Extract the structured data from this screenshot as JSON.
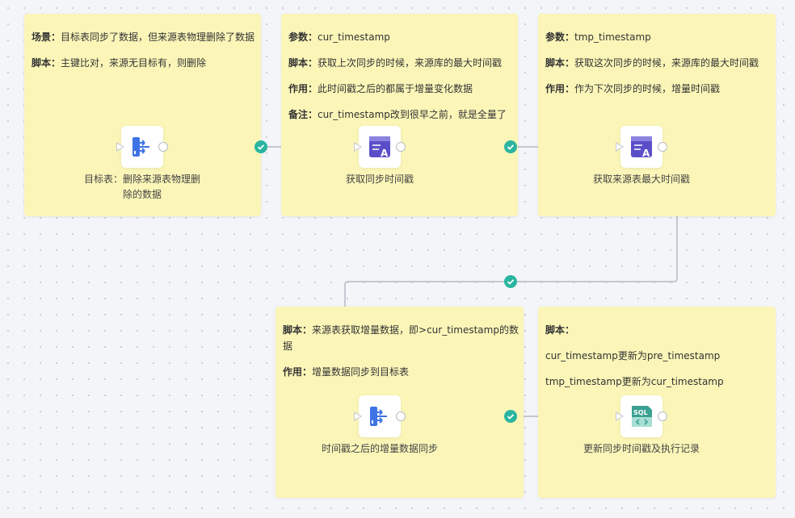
{
  "cards": [
    {
      "lines": [
        {
          "k": "场景",
          "v": "目标表同步了数据，但来源表物理删除了数据"
        },
        {
          "k": "脚本",
          "v": "主键比对，来源无目标有，则删除"
        }
      ],
      "node": {
        "label": "目标表：删除来源表物理删除的数据",
        "icon": "data-sync-icon"
      }
    },
    {
      "lines": [
        {
          "k": "参数",
          "v": "cur_timestamp"
        },
        {
          "k": "脚本",
          "v": "获取上次同步的时候，来源库的最大时间戳"
        },
        {
          "k": "作用",
          "v": "此时间戳之后的都属于增量变化数据"
        },
        {
          "k": "备注",
          "v": "cur_timestamp改到很早之前，就是全量了"
        }
      ],
      "node": {
        "label": "获取同步时间戳",
        "icon": "variable-assign-icon"
      }
    },
    {
      "lines": [
        {
          "k": "参数",
          "v": "tmp_timestamp"
        },
        {
          "k": "脚本",
          "v": "获取这次同步的时候，来源库的最大时间戳"
        },
        {
          "k": "作用",
          "v": "作为下次同步的时候，增量时间戳"
        }
      ],
      "node": {
        "label": "获取来源表最大时间戳",
        "icon": "variable-assign-icon"
      }
    },
    {
      "lines": [
        {
          "k": "脚本",
          "v": "来源表获取增量数据，即>cur_timestamp的数据"
        },
        {
          "k": "作用",
          "v": "增量数据同步到目标表"
        }
      ],
      "node": {
        "label": "时间戳之后的增量数据同步",
        "icon": "data-sync-icon"
      }
    },
    {
      "lines": [
        {
          "k": "脚本",
          "v": ""
        },
        {
          "k": "",
          "v": "cur_timestamp更新为pre_timestamp"
        },
        {
          "k": "",
          "v": "tmp_timestamp更新为cur_timestamp"
        }
      ],
      "node": {
        "label": "更新同步时间戳及执行记录",
        "icon": "sql-icon",
        "icon_text": "SQL"
      }
    }
  ],
  "colors": {
    "card": "#fbf6b8",
    "edge": "#c4c7cf",
    "check": "#2bb5a0",
    "sync": "#3f74e6",
    "assign": "#5b4fc9",
    "sql": "#3aa193"
  }
}
